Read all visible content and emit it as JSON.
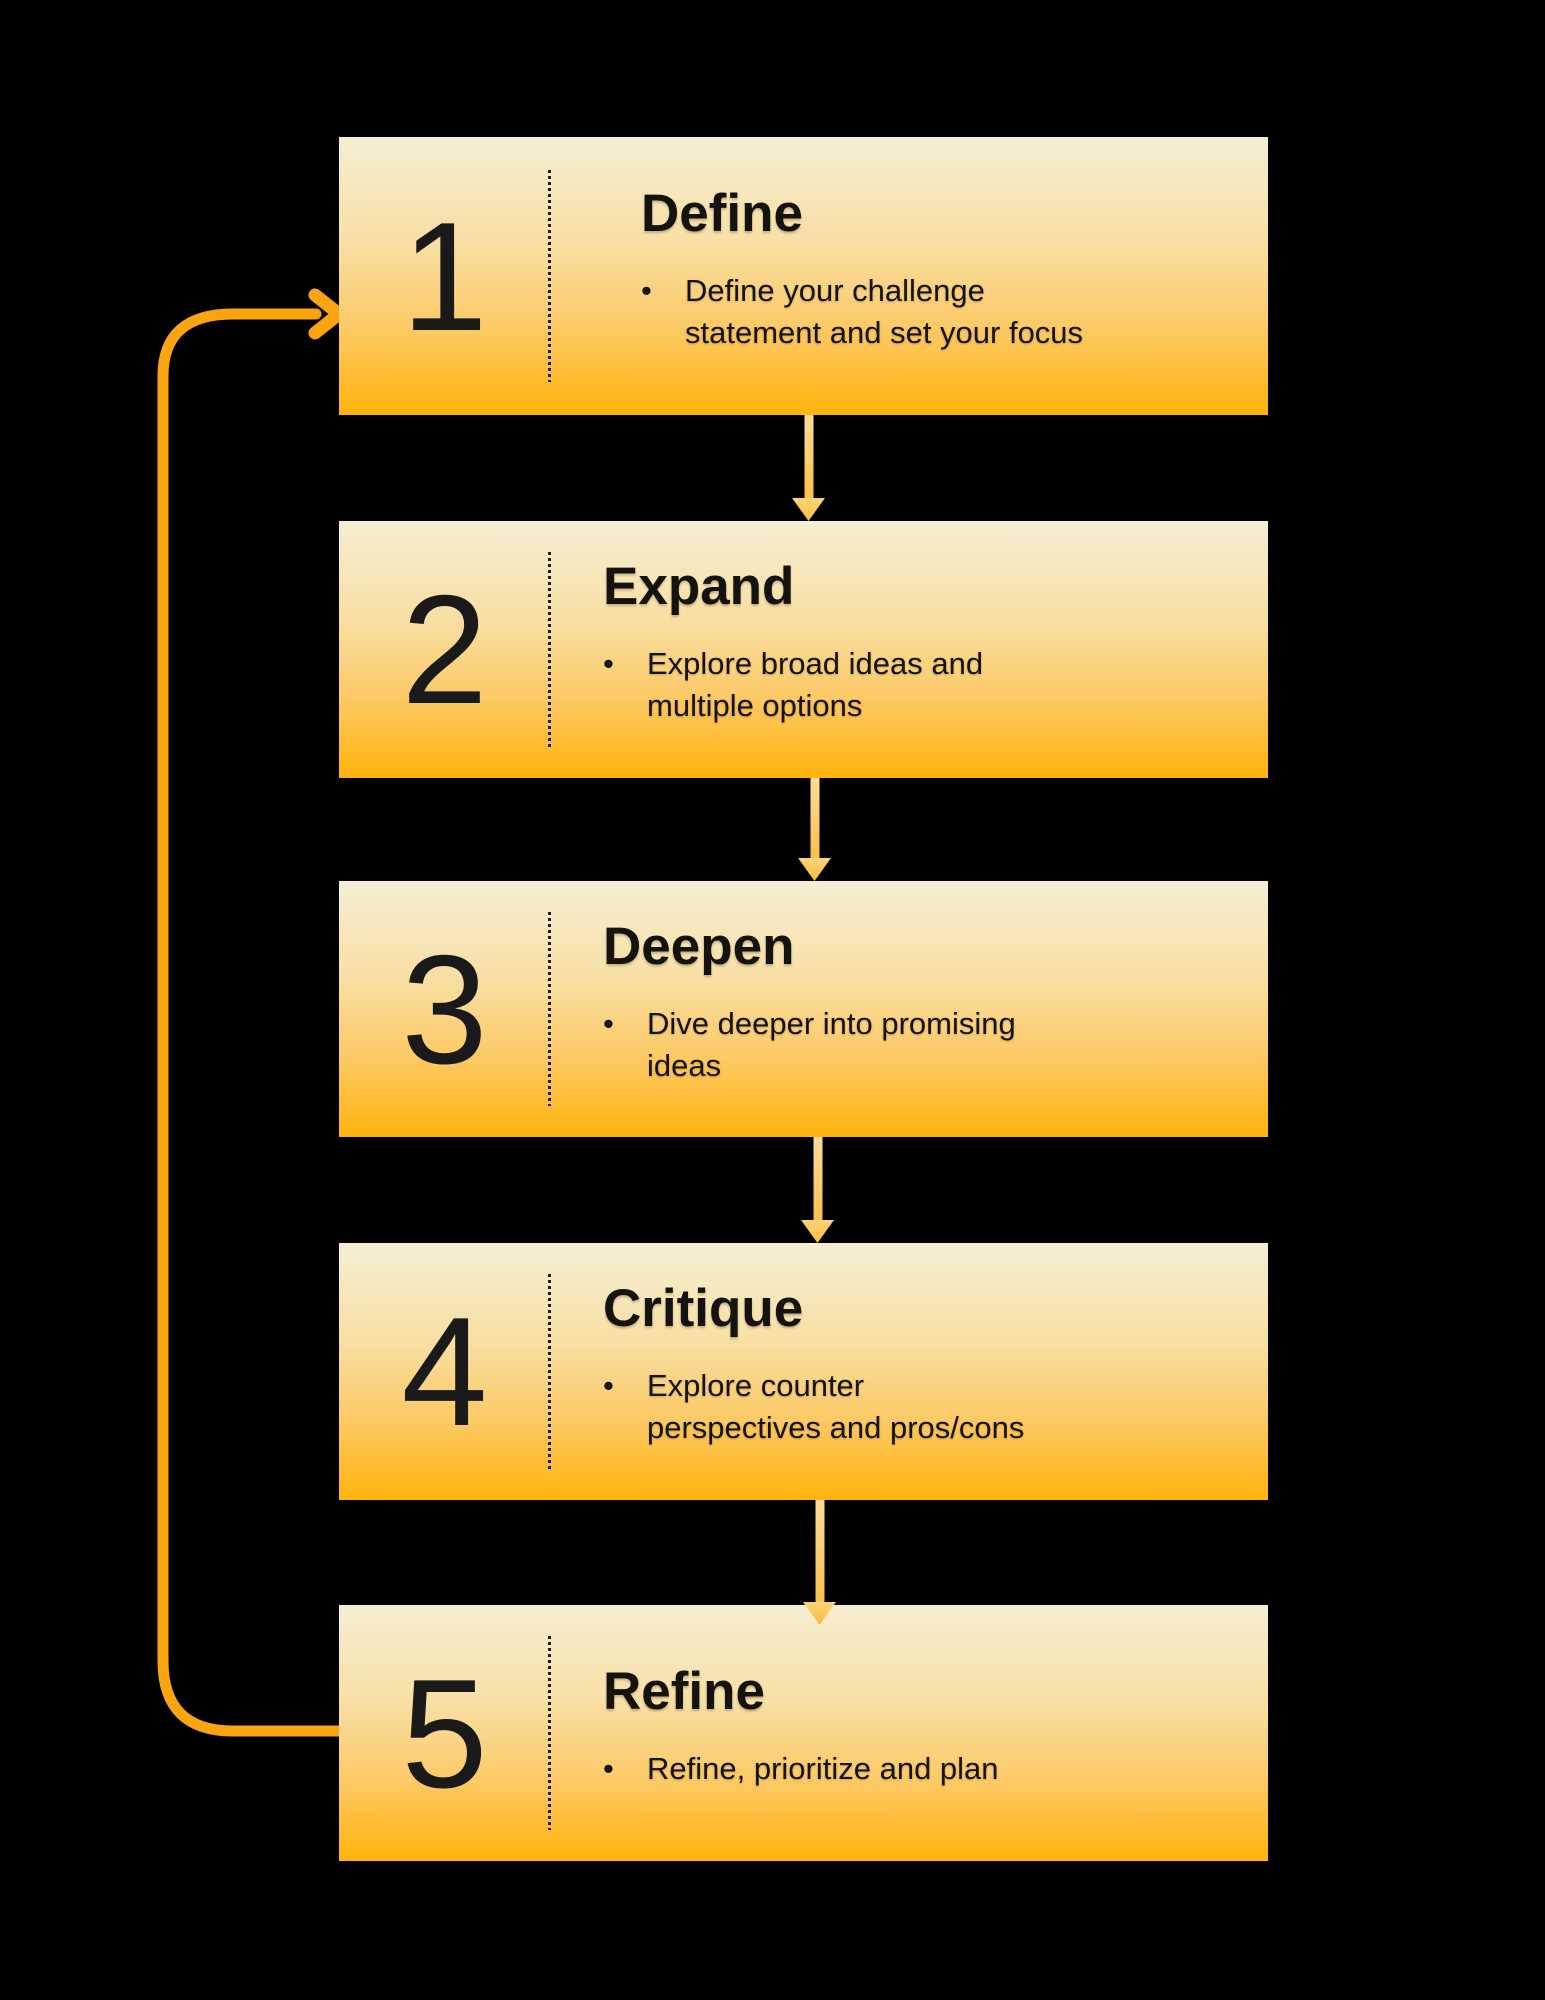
{
  "diagram": {
    "kind": "five-step-loop-flow",
    "steps": [
      {
        "number": "1",
        "title": "Define",
        "bullets": [
          "Define your challenge\nstatement and set your focus"
        ]
      },
      {
        "number": "2",
        "title": "Expand",
        "bullets": [
          "Explore broad ideas and\nmultiple options"
        ]
      },
      {
        "number": "3",
        "title": "Deepen",
        "bullets": [
          "Dive deeper into promising\nideas"
        ]
      },
      {
        "number": "4",
        "title": "Critique",
        "bullets": [
          "Explore counter\nperspectives and pros/cons"
        ]
      },
      {
        "number": "5",
        "title": "Refine",
        "bullets": [
          "Refine, prioritize and plan"
        ]
      }
    ],
    "icons": {
      "between_steps": "down-arrow-icon",
      "feedback": "loop-arrow-icon"
    },
    "bullet_marker": "•"
  },
  "colors": {
    "background": "#000000",
    "box_top": "#F5EFD3",
    "box_upper": "#F8DFA4",
    "box_lower": "#FCCA67",
    "box_bottom": "#FFB30C",
    "loop_arrow": "#FAA50F",
    "connector_top": "#FCDD9A",
    "connector_bottom": "#FBBF4B",
    "text": "#151310"
  }
}
